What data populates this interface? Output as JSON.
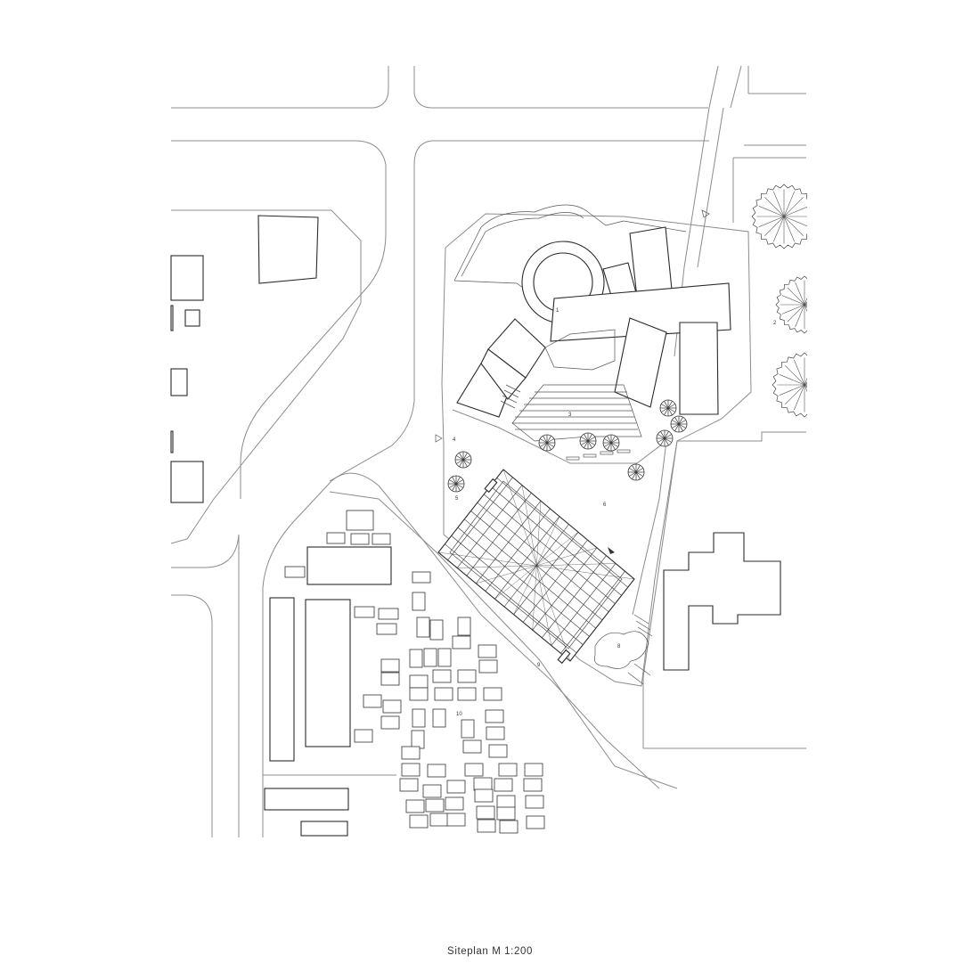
{
  "caption": "Siteplan M  1:200",
  "labels": [
    {
      "id": "1",
      "text": "1"
    },
    {
      "id": "2",
      "text": "2"
    },
    {
      "id": "3",
      "text": "3"
    },
    {
      "id": "4",
      "text": "4"
    },
    {
      "id": "5",
      "text": "5"
    },
    {
      "id": "6",
      "text": "6"
    },
    {
      "id": "8",
      "text": "8"
    },
    {
      "id": "9",
      "text": "9"
    },
    {
      "id": "10",
      "text": "10"
    }
  ]
}
